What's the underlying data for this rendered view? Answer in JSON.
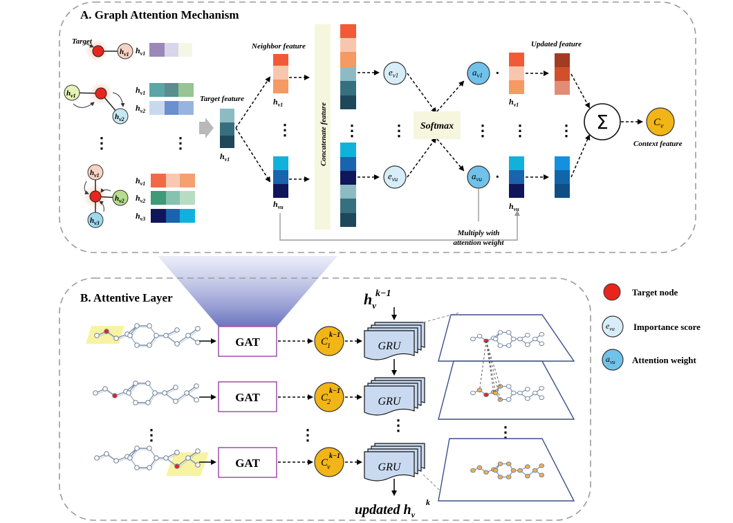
{
  "section_a": {
    "title": "A. Graph Attention Mechanism",
    "target_label": "Target",
    "neighbor_feature": "Neighbor feature",
    "target_feature": "Target feature",
    "concatenate_feature": "Concatenate feature",
    "softmax": "Softmax",
    "updated_feature": "Updated feature",
    "context_feature": "Context feature",
    "multiply_line1": "Multiply with",
    "multiply_line2": "attention weight",
    "sum_symbol": "Σ",
    "dot": "·",
    "vdots": "⋮",
    "node_h": "h",
    "sub_v1": "v1",
    "sub_v2": "v2",
    "sub_v3": "v3",
    "sub_vu": "vu",
    "e_label": "e",
    "a_label": "a",
    "c_label": "C",
    "c_sub": "v"
  },
  "section_b": {
    "title": "B. Attentive Layer",
    "gat": "GAT",
    "gru": "GRU",
    "h_top": "h",
    "h_top_sub": "v",
    "h_top_sup": "k−1",
    "updated": "updated h",
    "updated_sub": "v",
    "updated_sup": "k",
    "c_sub_1": "1",
    "c_sub_2": "2",
    "c_sub_v": "v",
    "c_sup": "k−1"
  },
  "legend": {
    "target_node": "Target node",
    "importance_score": "Importance score",
    "attention_weight": "Attention weight",
    "e_sub": "vu",
    "a_sub": "vu"
  },
  "colors": {
    "target_red": "#e8251d",
    "node_pink": "#f6d3c4",
    "node_yellow": "#e7f2b8",
    "node_blue": "#c7e7f3",
    "node_green": "#b6dc8c",
    "score_fill": "#d7eef8",
    "weight_fill": "#71c2ea",
    "context_fill": "#f2b517",
    "softmax_fill": "#f6f6df",
    "gat_border": "#a559b4",
    "gru_fill": "#c9daf0",
    "panel_border": "#999999"
  }
}
